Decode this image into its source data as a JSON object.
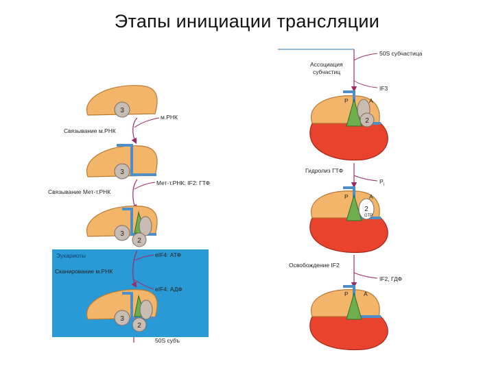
{
  "title": "Этапы инициации трансляции",
  "left": {
    "mrna_label": "м.РНК",
    "bind_mrna": "Связывание м.РНК",
    "met_trna_label": "Мет-т.РНК: IF2: ГТФ",
    "bind_met": "Связывание Мет-т.РНК",
    "subunit3": "3",
    "factor2": "2"
  },
  "euk": {
    "title": "Эукариоты",
    "eif4_atp": "eIF4: АТФ",
    "scanning": "Сканирование м.РНК",
    "eif4_adp": "eIF4: АДФ",
    "partial": "50S субъ",
    "box_color": "#2a9ad6"
  },
  "right": {
    "s50": "50S субчастица",
    "assoc_1": "Ассоциация",
    "assoc_2": "субчастиц",
    "if3": "IF3",
    "p": "P",
    "a": "A",
    "factor2": "2",
    "gtp": "GTP",
    "hydrolysis": "Гидролиз ГТФ",
    "pi": "P",
    "pi_sub": "i",
    "release": "Освобождение IF2",
    "if2_gdf": "IF2, ГДФ"
  },
  "colors": {
    "small_subunit": "#f2b56a",
    "large_subunit": "#e8432d",
    "mrna": "#4f8fc8",
    "trna": "#6fae4e",
    "factor": "#c9bcb3"
  }
}
